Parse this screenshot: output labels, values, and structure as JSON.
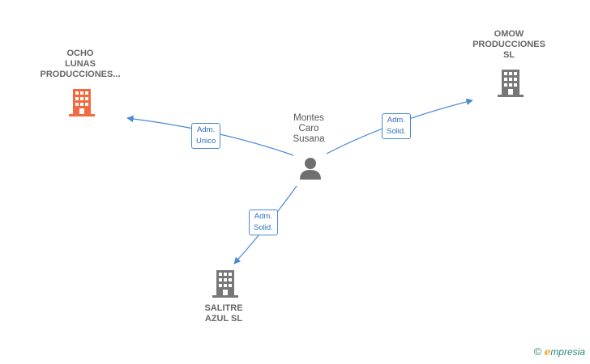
{
  "person": {
    "name": "Montes\nCaro\nSusana",
    "icon": "person-icon"
  },
  "companies": {
    "ocho_lunas": {
      "name": "OCHO\nLUNAS\nPRODUCCIONES...",
      "icon": "building-icon",
      "color": "#f26a3d"
    },
    "omow": {
      "name": "OMOW\nPRODUCCIONES\nSL",
      "icon": "building-icon",
      "color": "#777777"
    },
    "salitre": {
      "name": "SALITRE\nAZUL  SL",
      "icon": "building-icon",
      "color": "#777777"
    }
  },
  "edges": {
    "to_ocho_lunas": "Adm.\nUnico",
    "to_omow": "Adm.\nSolid.",
    "to_salitre": "Adm.\nSolid."
  },
  "colors": {
    "edge": "#4a89d6"
  },
  "watermark": {
    "copyright": "©",
    "brand_initial": "e",
    "brand_rest": "mpresia"
  }
}
